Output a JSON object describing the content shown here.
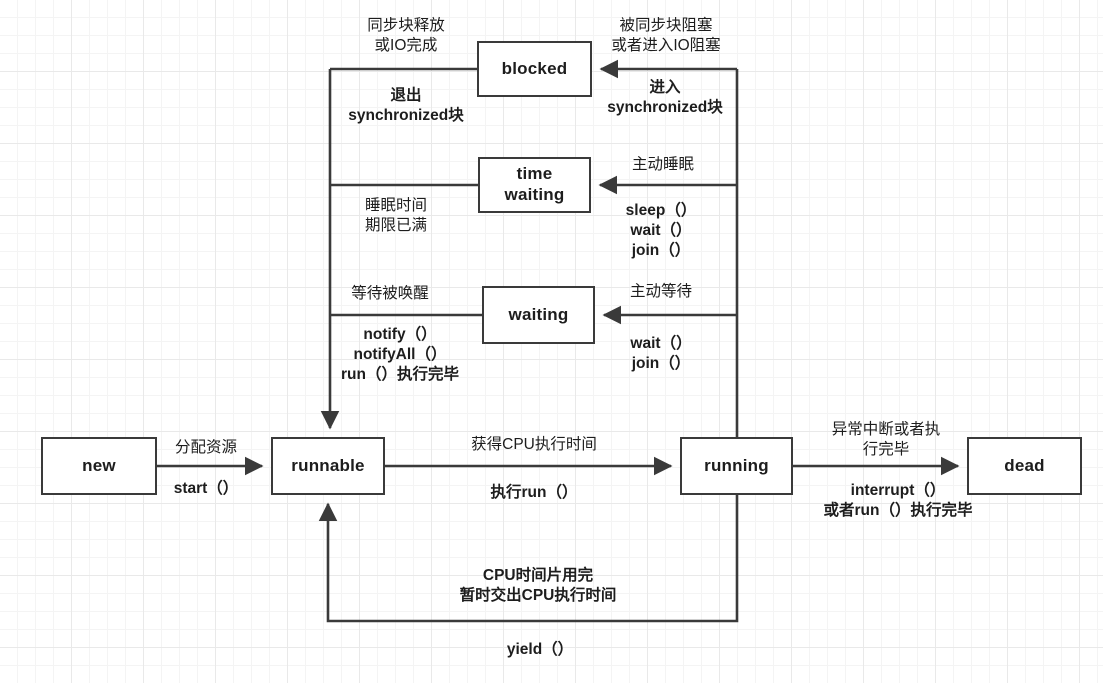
{
  "diagram": {
    "title": "Java Thread State Transition Diagram",
    "colors": {
      "stroke": "#3a3a3a",
      "text": "#1d1d1d",
      "background": "#ffffff",
      "grid_minor": "#f4f4f4",
      "grid_major": "#e9e9e9"
    },
    "nodes": [
      {
        "id": "new",
        "label": "new"
      },
      {
        "id": "runnable",
        "label": "runnable"
      },
      {
        "id": "running",
        "label": "running"
      },
      {
        "id": "dead",
        "label": "dead"
      },
      {
        "id": "blocked",
        "label": "blocked"
      },
      {
        "id": "time_waiting",
        "label": "time\nwaiting"
      },
      {
        "id": "waiting",
        "label": "waiting"
      }
    ],
    "labels": {
      "new_to_runnable_top": "分配资源",
      "new_to_runnable_bottom": "start（）",
      "runnable_to_running_top": "获得CPU执行时间",
      "runnable_to_running_bottom": "执行run（）",
      "running_to_dead_top": "异常中断或者执\n行完毕",
      "running_to_dead_bottom": "interrupt（）\n或者run（）执行完毕",
      "blocked_in_top": "被同步块阻塞\n或者进入IO阻塞",
      "blocked_in_bottom": "进入\nsynchronized块",
      "blocked_out_top": "同步块释放\n或IO完成",
      "blocked_out_bottom": "退出\nsynchronized块",
      "timewaiting_in_top": "主动睡眠",
      "timewaiting_in_bottom": "sleep（）\nwait（）\njoin（）",
      "timewaiting_out_top": "睡眠时间\n期限已满",
      "waiting_in_top": "主动等待",
      "waiting_in_bottom": "wait（）\njoin（）",
      "waiting_out_top": "等待被唤醒",
      "waiting_out_bottom": "notify（）\nnotifyAll（）\nrun（）执行完毕",
      "yield_top": "CPU时间片用完\n暂时交出CPU执行时间",
      "yield_bottom": "yield（）"
    }
  }
}
